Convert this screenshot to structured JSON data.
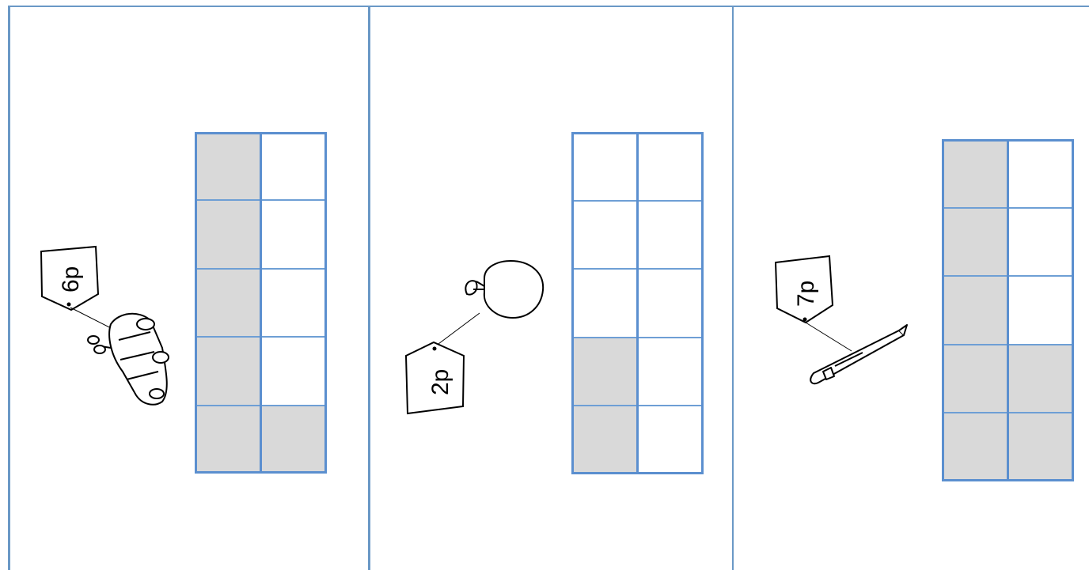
{
  "colors": {
    "border": "#6a98c6",
    "frame_line": "#5b8fcf",
    "cell_line": "#6e9fd5",
    "filled": "#d9d9d9",
    "empty": "#ffffff"
  },
  "panels": [
    {
      "item": "toy car",
      "icon": "toy-car-icon",
      "price_label": "6p",
      "filled_cells": 6,
      "ten_frame": {
        "columns": 2,
        "rows": 5,
        "cells": [
          [
            true,
            false
          ],
          [
            true,
            false
          ],
          [
            true,
            false
          ],
          [
            true,
            false
          ],
          [
            true,
            true
          ]
        ]
      }
    },
    {
      "item": "apple",
      "icon": "apple-icon",
      "price_label": "2p",
      "filled_cells": 2,
      "ten_frame": {
        "columns": 2,
        "rows": 5,
        "cells": [
          [
            false,
            false
          ],
          [
            false,
            false
          ],
          [
            false,
            false
          ],
          [
            true,
            false
          ],
          [
            true,
            false
          ]
        ]
      }
    },
    {
      "item": "pen",
      "icon": "pen-icon",
      "price_label": "7p",
      "filled_cells": 7,
      "ten_frame": {
        "columns": 2,
        "rows": 5,
        "cells": [
          [
            true,
            false
          ],
          [
            true,
            false
          ],
          [
            true,
            false
          ],
          [
            true,
            true
          ],
          [
            true,
            true
          ]
        ]
      }
    }
  ]
}
